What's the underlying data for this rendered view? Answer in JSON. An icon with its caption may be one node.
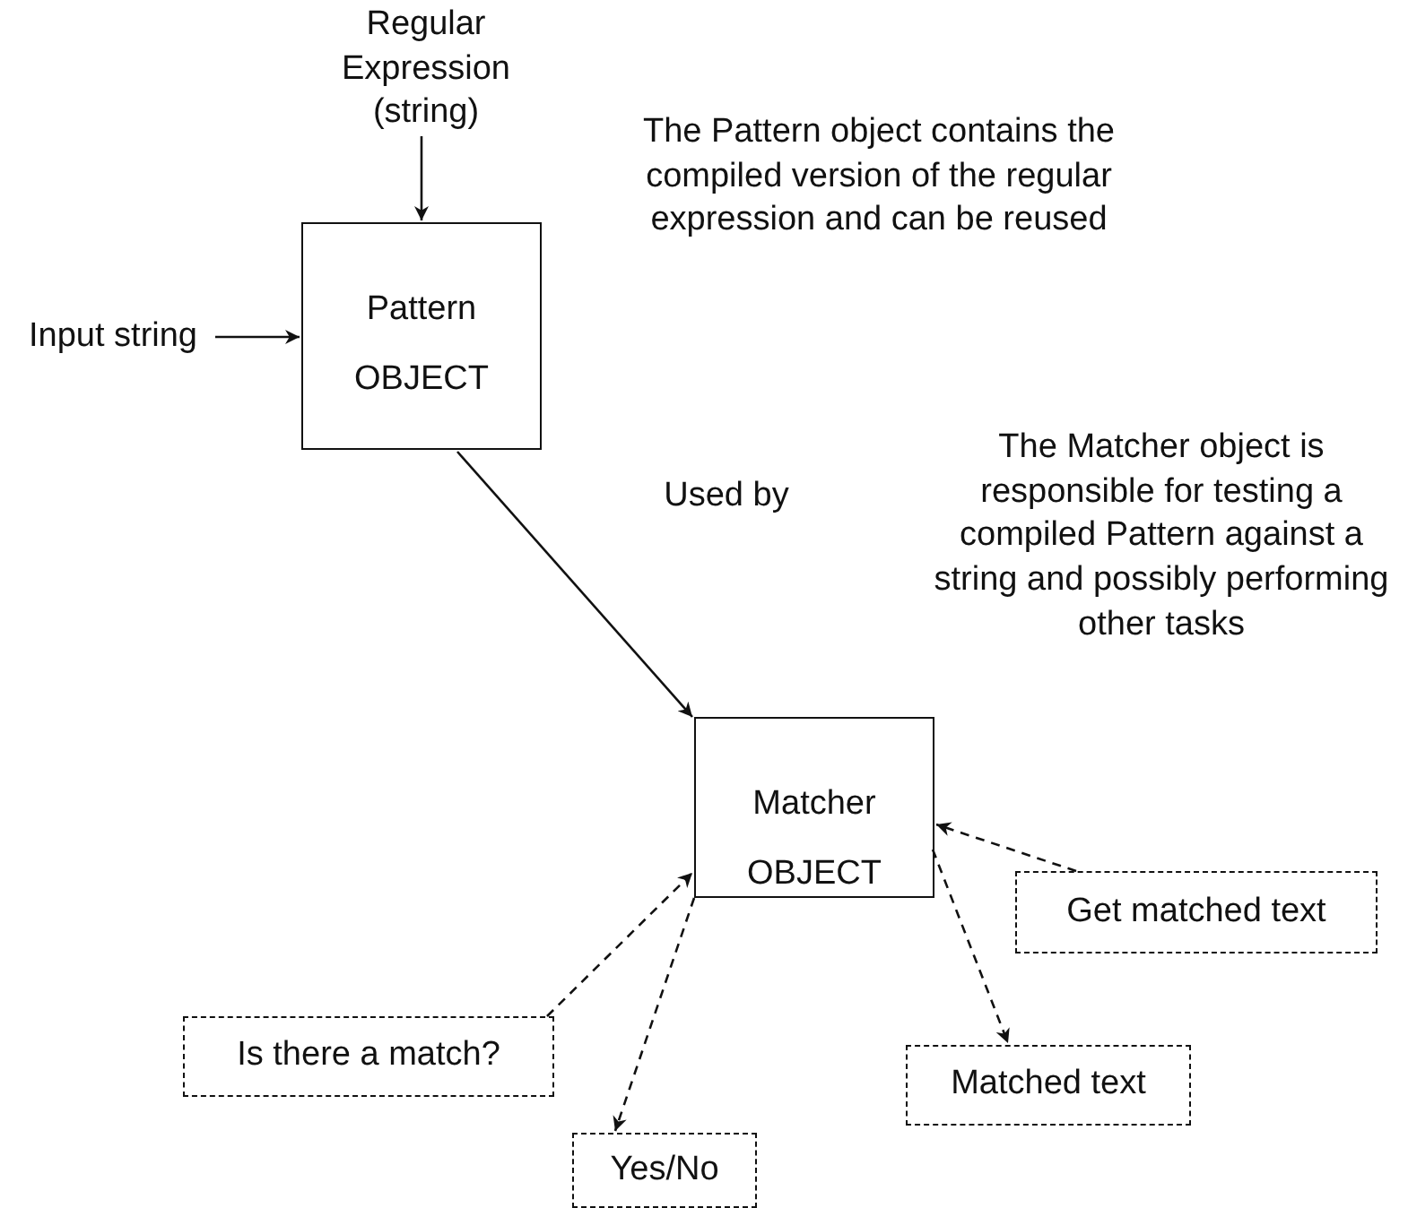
{
  "diagram": {
    "nodes": [
      {
        "text": [
          "Regular Expression (string)"
        ]
      },
      {
        "text": [
          "Input string"
        ]
      },
      {
        "text": [
          "Pattern",
          "OBJECT"
        ]
      },
      {
        "text": [
          "Matcher",
          "OBJECT"
        ]
      },
      {
        "text": [
          "Get matched text"
        ]
      },
      {
        "text": [
          "Is there a match?"
        ]
      },
      {
        "text": [
          "Matched text"
        ]
      },
      {
        "text": [
          "Yes/No"
        ]
      }
    ],
    "edges": [
      {
        "from": 0,
        "to": 2,
        "arrow": "to"
      },
      {
        "from": 1,
        "to": 2,
        "arrow": "to"
      },
      {
        "from": 2,
        "to": 3,
        "arrow": "to"
      },
      {
        "from": 4,
        "to": 3,
        "arrow": "to",
        "style": "dashed"
      },
      {
        "from": 5,
        "to": 3,
        "arrow": "to",
        "style": "dashed"
      },
      {
        "from": 3,
        "to": 7,
        "arrow": "to",
        "style": "dashed"
      },
      {
        "from": 3,
        "to": 6,
        "arrow": "to",
        "style": "dashed"
      }
    ],
    "labels": [
      "The Pattern object contains the compiled version of the regular expression and can be reused",
      "Used by",
      "The Matcher object is responsible for testing a compiled Pattern against a string and possibly performing other tasks"
    ]
  }
}
